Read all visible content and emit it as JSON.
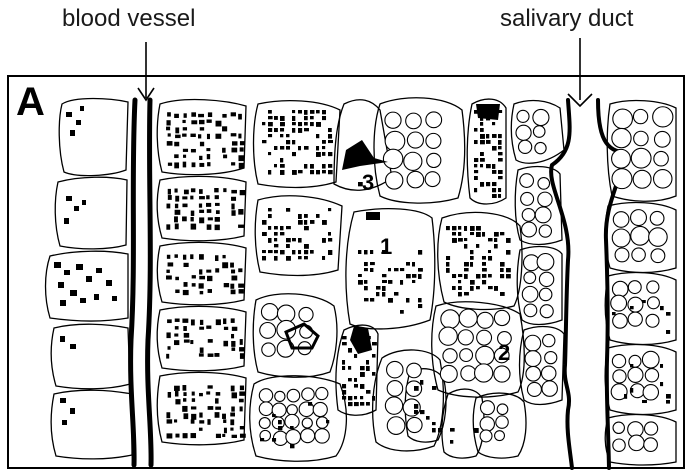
{
  "panel_letter": "A",
  "labels": {
    "blood_vessel": "blood vessel",
    "salivary_duct": "salivary duct"
  },
  "cell_numbers": [
    "1",
    "2",
    "3"
  ],
  "icons": [
    "arrow-down-icon"
  ],
  "colors": {
    "ink": "#000000",
    "label_text": "#1a1a1a",
    "background": "#ffffff"
  }
}
